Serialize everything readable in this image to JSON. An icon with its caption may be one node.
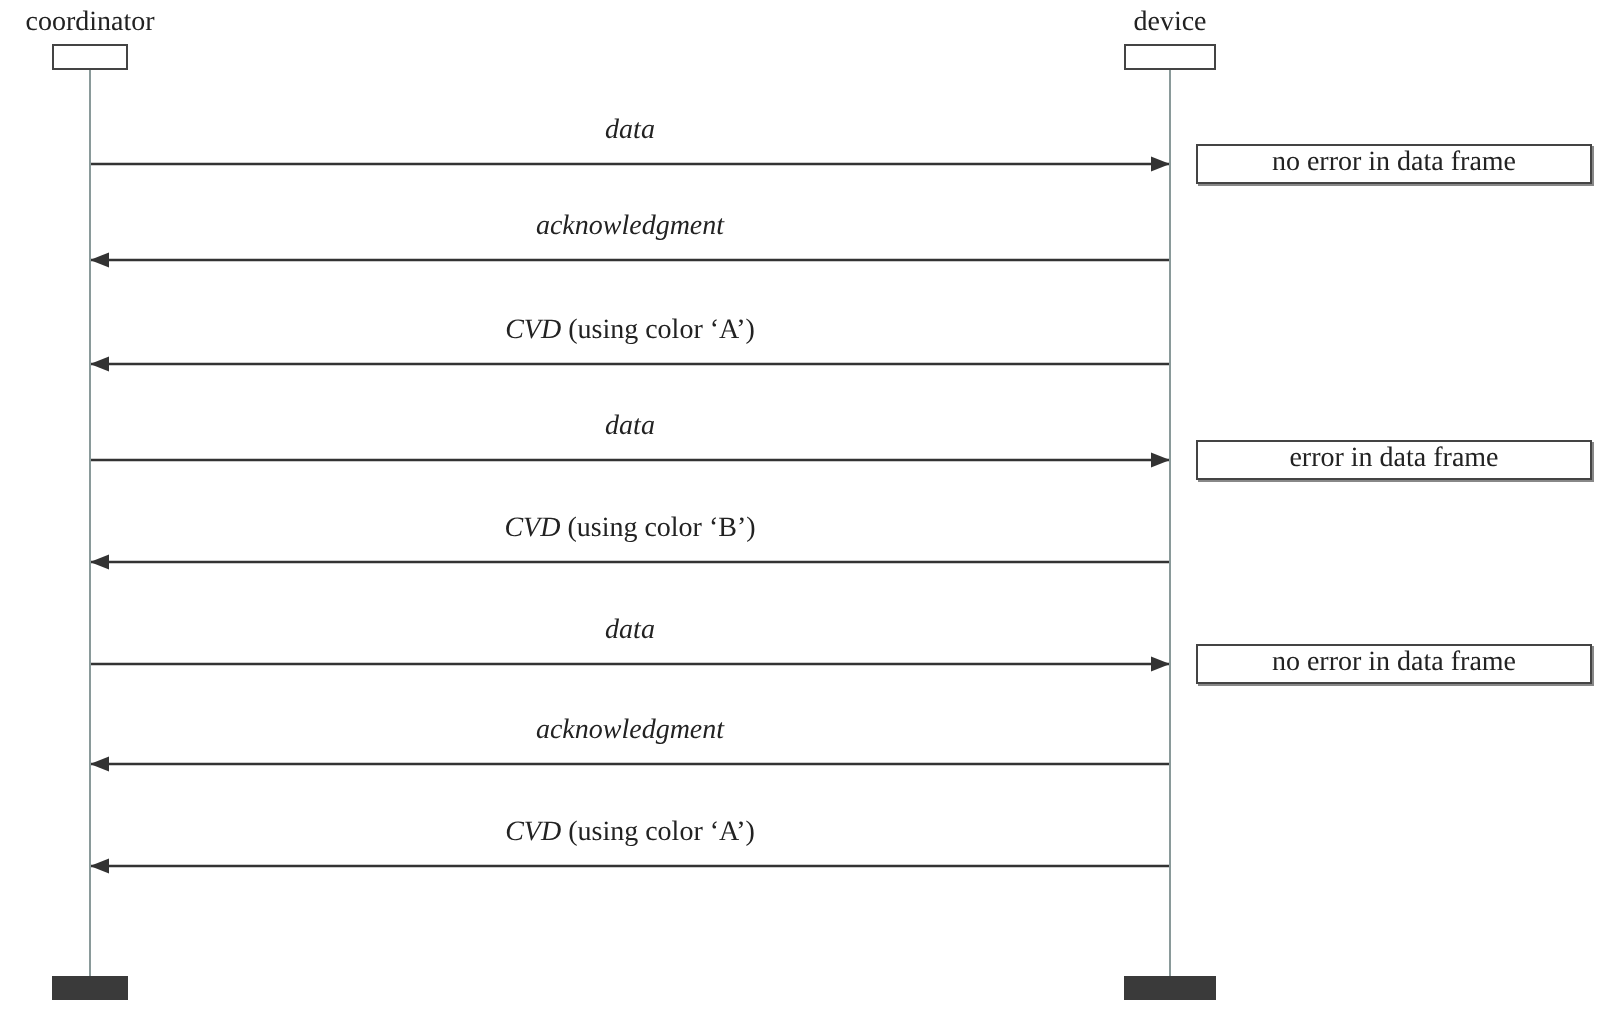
{
  "diagram": {
    "nodes": [
      {
        "text": [
          "coordinator"
        ]
      },
      {
        "text": [
          "device"
        ]
      },
      {
        "text": [
          "no error in data frame"
        ]
      },
      {
        "text": [
          "error in data frame"
        ]
      },
      {
        "text": [
          "no error in data frame"
        ]
      }
    ],
    "edges": [
      {
        "from": 0,
        "to": 1,
        "arrow": "to",
        "label": "*data*"
      },
      {
        "from": 1,
        "to": 0,
        "arrow": "to",
        "label": "*acknowledgment*"
      },
      {
        "from": 1,
        "to": 0,
        "arrow": "to",
        "label": "*CVD* (using color ‘A’)"
      },
      {
        "from": 0,
        "to": 1,
        "arrow": "to",
        "label": "*data*"
      },
      {
        "from": 1,
        "to": 0,
        "arrow": "to",
        "label": "*CVD* (using color ‘B’)"
      },
      {
        "from": 0,
        "to": 1,
        "arrow": "to",
        "label": "*data*"
      },
      {
        "from": 1,
        "to": 0,
        "arrow": "to",
        "label": "*acknowledgment*"
      },
      {
        "from": 1,
        "to": 0,
        "arrow": "to",
        "label": "*CVD* (using color ‘A’)"
      }
    ]
  }
}
